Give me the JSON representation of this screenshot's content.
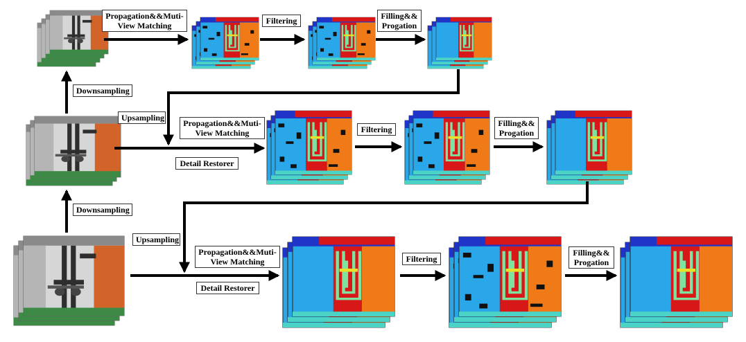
{
  "labels": {
    "propagation_matching_line1": "Propagation&&Muti-",
    "propagation_matching_line2": "View Matching",
    "filtering": "Filtering",
    "filling_line1": "Filling&&",
    "filling_line2": "Progation",
    "downsampling": "Downsampling",
    "upsampling": "Upsampling",
    "detail_restorer": "Detail Restorer"
  },
  "colors": {
    "arrow": "#000000",
    "depth_blue": "#2aa7e8",
    "depth_orange": "#f07a18",
    "depth_red": "#d81818",
    "depth_green": "#5fd0a0",
    "photo_wall": "#c9c9c9",
    "photo_orange_panel": "#d2642a",
    "photo_floor": "#3c8a45",
    "photo_pipe": "#2e2e2e"
  }
}
